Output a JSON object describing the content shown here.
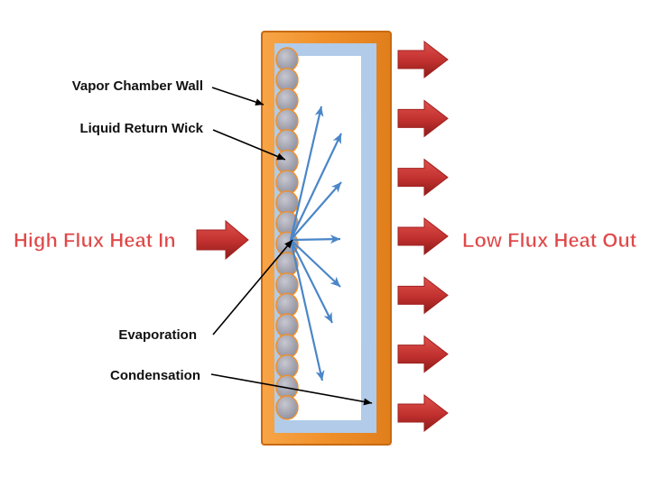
{
  "labels": {
    "wall": "Vapor Chamber  Wall",
    "wick": "Liquid Return Wick",
    "evaporation": "Evaporation",
    "condensation": "Condensation",
    "heat_in": "High Flux Heat In",
    "heat_out": "Low Flux Heat Out"
  },
  "colors": {
    "wall": "#f0902a",
    "wall_border": "#c86a10",
    "inner": "#a9c6e6",
    "bead": "#a8a8b4",
    "vapor_arrow": "#4a86c8",
    "heat_arrow": "#c0302e",
    "heat_text": "#e04848"
  },
  "counts": {
    "heat_out_arrows": 7,
    "vapor_arrows": 7,
    "wick_beads": 18
  }
}
